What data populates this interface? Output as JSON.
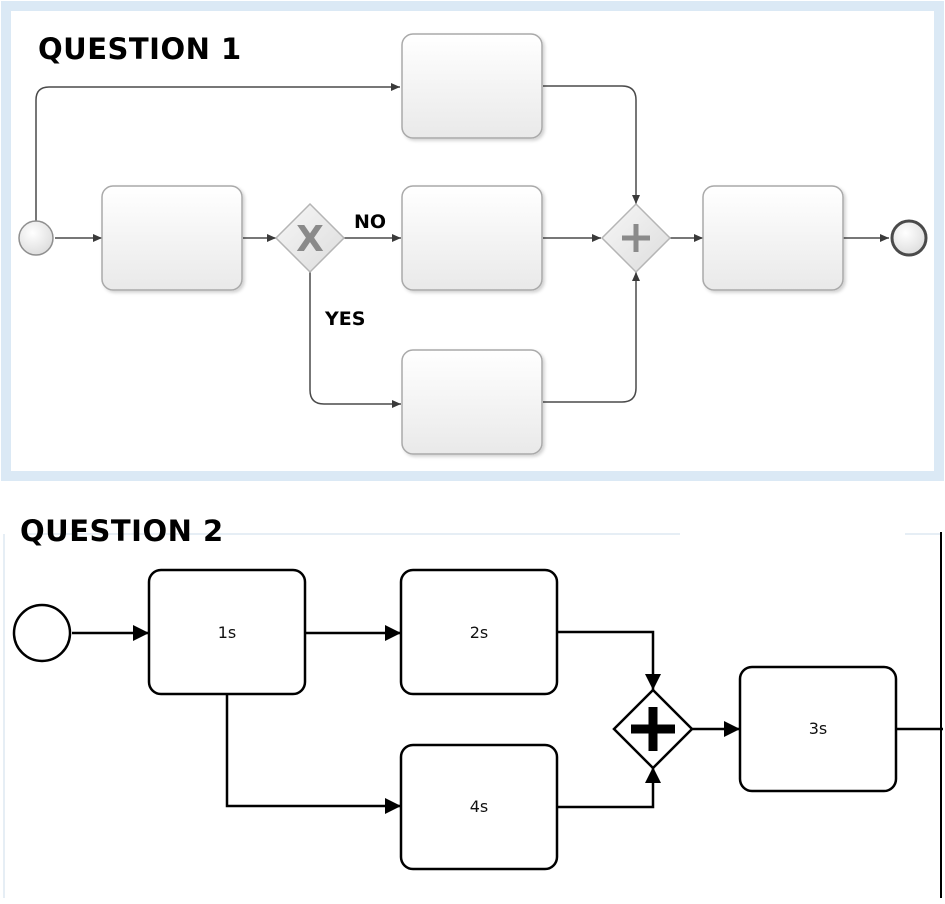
{
  "question1": {
    "title": "QUESTION 1",
    "gateway_labels": {
      "no": "NO",
      "yes": "YES"
    },
    "gateway_symbols": {
      "exclusive": "X",
      "parallel": "+"
    }
  },
  "question2": {
    "title": "QUESTION 2",
    "tasks": {
      "t1": "1s",
      "t2": "2s",
      "t3": "3s",
      "t4": "4s"
    },
    "gateway_symbols": {
      "parallel": "+"
    }
  },
  "colors": {
    "q1_border": "#dbe9f5",
    "q1_task_stroke": "#a9a9a9",
    "q1_flow": "#4a4a4a",
    "q2_stroke": "#000000"
  }
}
